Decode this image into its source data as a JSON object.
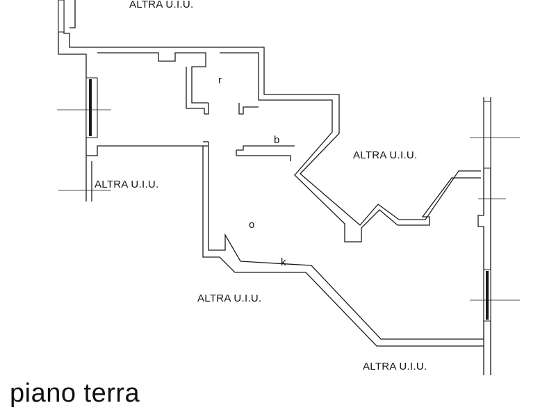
{
  "labels": {
    "neighbor_top": "ALTRA U.I.U.",
    "neighbor_left": "ALTRA U.I.U.",
    "neighbor_right": "ALTRA U.I.U.",
    "neighbor_bottom_center": "ALTRA U.I.U.",
    "neighbor_bottom_right": "ALTRA U.I.U.",
    "floor_title": "piano terra"
  },
  "rooms": {
    "r": "r",
    "b": "b",
    "k": "k",
    "symbol": "o"
  }
}
